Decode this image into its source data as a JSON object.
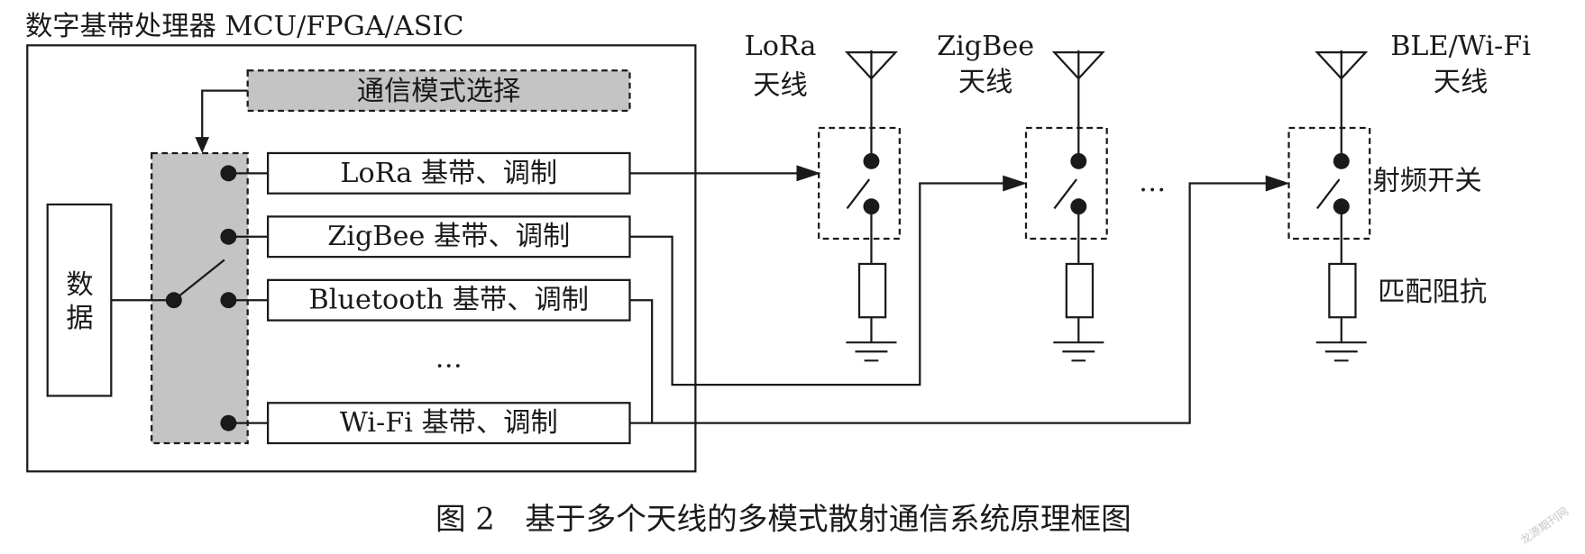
{
  "diagram": {
    "processor_title": "数字基带处理器 MCU/FPGA/ASIC",
    "mode_select": "通信模式选择",
    "data_block": [
      "数",
      "据"
    ],
    "modems": [
      "LoRa 基带、调制",
      "ZigBee 基带、调制",
      "Bluetooth 基带、调制",
      "Wi-Fi 基带、调制"
    ],
    "modem_ellipsis": "…",
    "antennas": [
      {
        "name": "LoRa",
        "label": "天线"
      },
      {
        "name": "ZigBee",
        "label": "天线"
      },
      {
        "name": "BLE/Wi-Fi",
        "label": "天线"
      }
    ],
    "antenna_ellipsis": "…",
    "rf_switch_label": "射频开关",
    "matching_label": "匹配阻抗",
    "caption": "图 2　基于多个天线的多模式散射通信系统原理框图",
    "watermark": "龙源期刊网"
  }
}
